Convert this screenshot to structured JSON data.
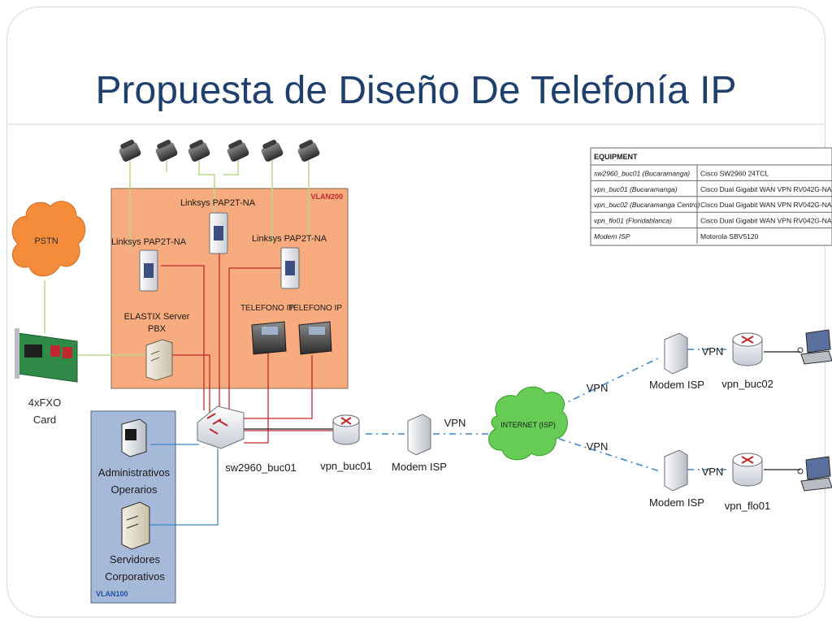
{
  "slide": {
    "title": "Propuesta de Diseño De Telefonía IP"
  },
  "diagram": {
    "zones": {
      "vlan200": "VLAN200",
      "vlan100": "VLAN100"
    },
    "nodes": {
      "pstn": "PSTN",
      "fxo_card_line1": "4xFXO",
      "fxo_card_line2": "Card",
      "linksys_1": "Linksys PAP2T-NA",
      "linksys_2": "Linksys PAP2T-NA",
      "linksys_3": "Linksys PAP2T-NA",
      "elastix_line1": "ELASTIX Server",
      "elastix_line2": "PBX",
      "telefono_ip_1": "TELEFONO IP",
      "telefono_ip_2": "TELEFONO IP",
      "switch": "sw2960_buc01",
      "router_main": "vpn_buc01",
      "modem_main": "Modem ISP",
      "internet": "INTERNET (ISP)",
      "modem_top": "Modem ISP",
      "router_top": "vpn_buc02",
      "modem_bottom": "Modem ISP",
      "router_bottom": "vpn_flo01",
      "admin_line1": "Administrativos",
      "admin_line2": "Operarios",
      "servers_line1": "Servidores",
      "servers_line2": "Corporativos"
    },
    "vpn_labels": {
      "main": "VPN",
      "to_top": "VPN",
      "to_bottom": "VPN",
      "top_right": "VPN",
      "bottom_right": "VPN"
    },
    "equipment_table": {
      "header": "EQUIPMENT",
      "rows": [
        {
          "device": "sw2960_buc01 (Bucaramanga)",
          "model": "Cisco SW2960 24TCL"
        },
        {
          "device": "vpn_buc01 (Bucaramanga)",
          "model": "Cisco Dual Gigabit WAN VPN RV042G-NA"
        },
        {
          "device": "vpn_buc02 (Bucaramanga Centro)",
          "model": "Cisco Dual Gigabit WAN VPN RV042G-NA"
        },
        {
          "device": "vpn_flo01 (Floridablanca)",
          "model": "Cisco Dual Gigabit WAN VPN RV042G-NA"
        },
        {
          "device": "Modem ISP",
          "model": "Motorola SBV5120"
        }
      ]
    },
    "colors": {
      "vlan200_fill": "#f7ab7e",
      "vlan100_fill": "#a7b9d8",
      "pstn_cloud": "#f58c3c",
      "internet_cloud": "#66cc55",
      "vpn_link": "#3a86c8",
      "analog_link": "#b8d98e",
      "voice_link": "#c0282e",
      "data_link": "#3a86c8",
      "title": "#1f3f6e"
    }
  }
}
